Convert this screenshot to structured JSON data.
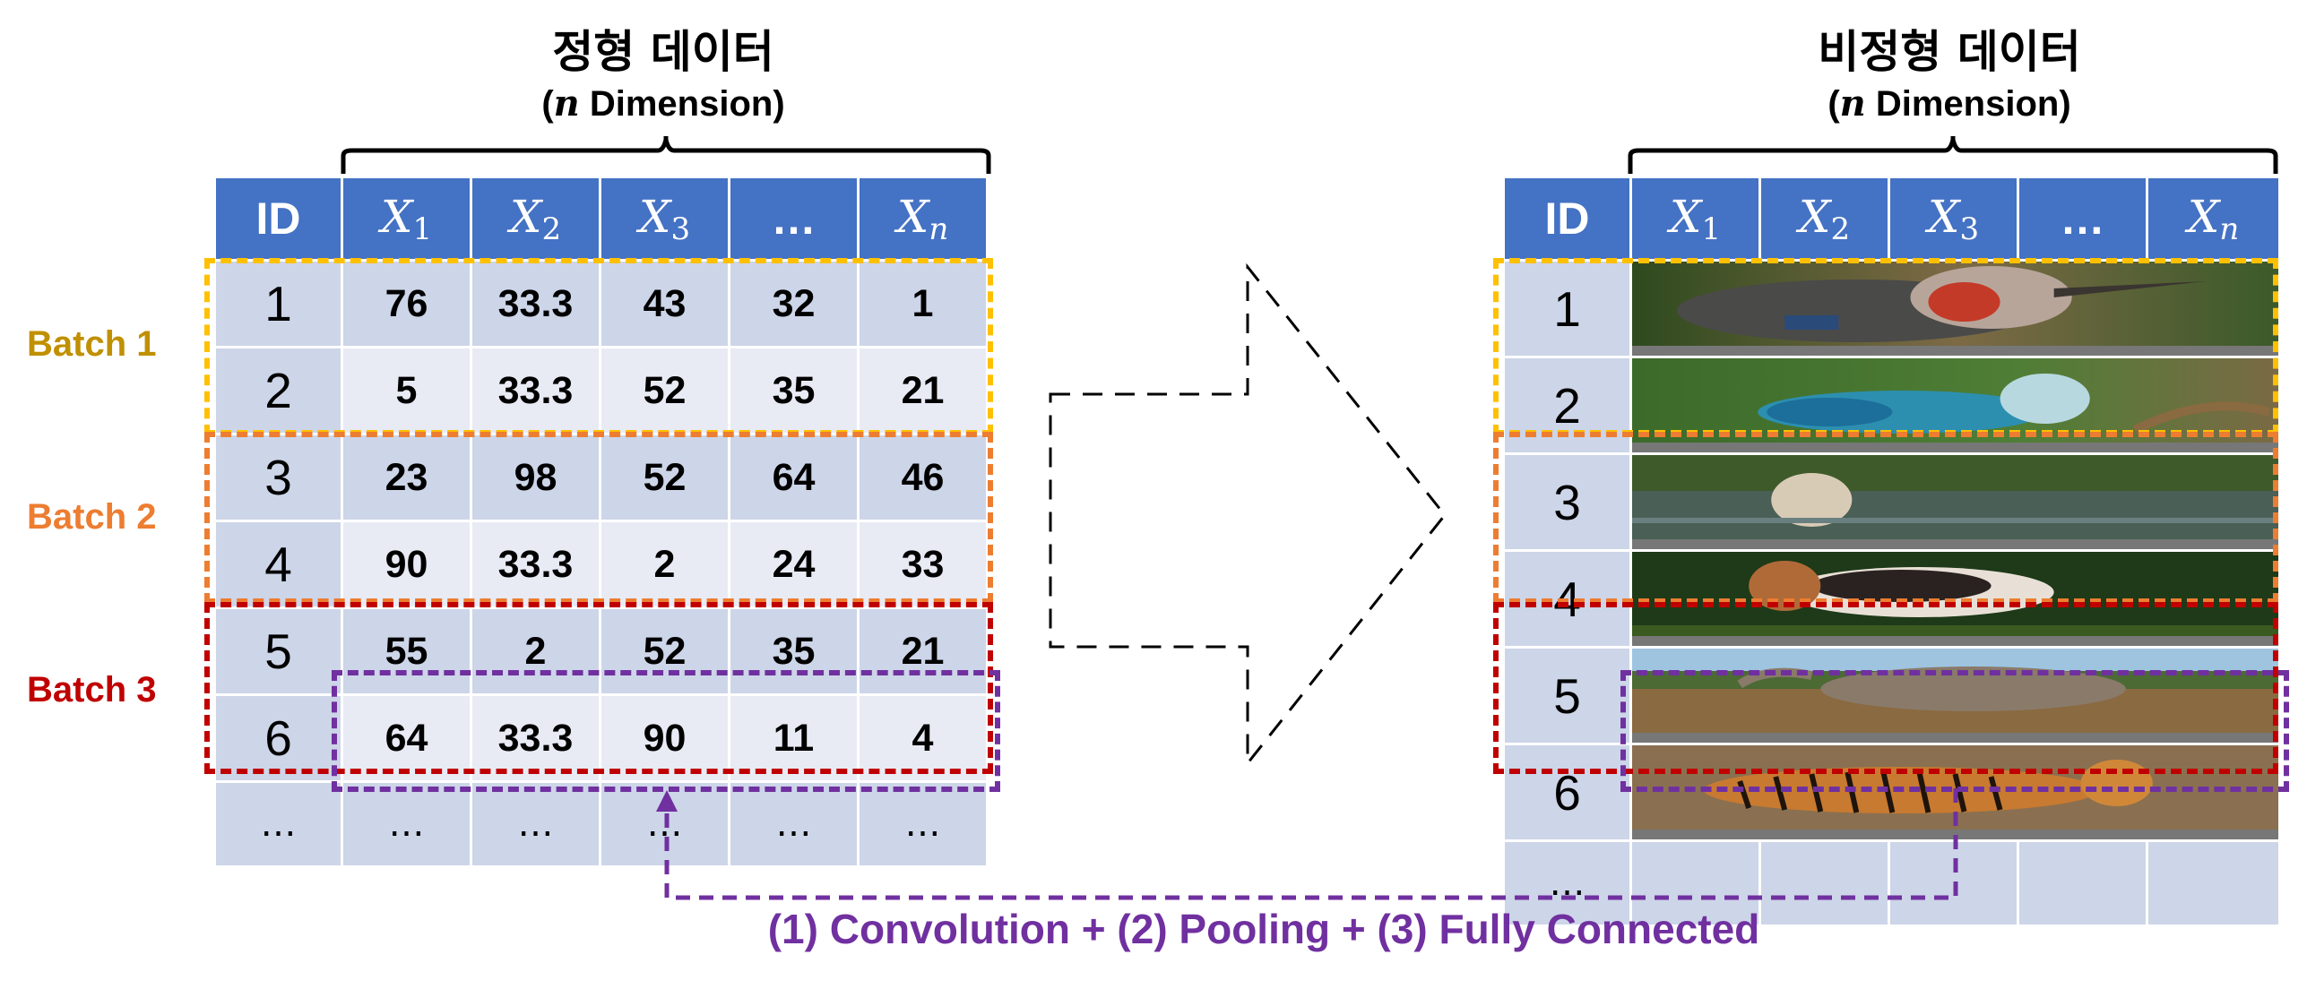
{
  "left": {
    "title": "정형 데이터",
    "subtitle_var": "n",
    "subtitle_rest": " Dimension)",
    "subtitle_open": "(",
    "header": {
      "id": "ID",
      "cols": [
        {
          "base": "X",
          "sub": "1"
        },
        {
          "base": "X",
          "sub": "2"
        },
        {
          "base": "X",
          "sub": "3"
        },
        {
          "base": "…",
          "sub": ""
        },
        {
          "base": "X",
          "sub": "n"
        }
      ]
    },
    "rows": [
      {
        "id": "1",
        "vals": [
          "76",
          "33.3",
          "43",
          "32",
          "1"
        ]
      },
      {
        "id": "2",
        "vals": [
          "5",
          "33.3",
          "52",
          "35",
          "21"
        ]
      },
      {
        "id": "3",
        "vals": [
          "23",
          "98",
          "52",
          "64",
          "46"
        ]
      },
      {
        "id": "4",
        "vals": [
          "90",
          "33.3",
          "2",
          "24",
          "33"
        ]
      },
      {
        "id": "5",
        "vals": [
          "55",
          "2",
          "52",
          "35",
          "21"
        ]
      },
      {
        "id": "6",
        "vals": [
          "64",
          "33.3",
          "90",
          "11",
          "4"
        ]
      }
    ],
    "ellipsis": [
      "…",
      "…",
      "…",
      "…",
      "…",
      "…"
    ]
  },
  "right": {
    "title": "비정형 데이터",
    "subtitle_var": "n",
    "subtitle_rest": " Dimension)",
    "subtitle_open": "(",
    "header": {
      "id": "ID",
      "cols": [
        {
          "base": "X",
          "sub": "1"
        },
        {
          "base": "X",
          "sub": "2"
        },
        {
          "base": "X",
          "sub": "3"
        },
        {
          "base": "…",
          "sub": ""
        },
        {
          "base": "X",
          "sub": "n"
        }
      ]
    },
    "rows": [
      {
        "id": "1",
        "image": "bird-photo"
      },
      {
        "id": "2",
        "image": "parakeet-photo"
      },
      {
        "id": "3",
        "image": "swimming-dog-photo"
      },
      {
        "id": "4",
        "image": "beagle-photo"
      },
      {
        "id": "5",
        "image": "elephant-photo"
      },
      {
        "id": "6",
        "image": "tiger-photo"
      }
    ],
    "ellipsis": "…"
  },
  "batches": [
    {
      "label": "Batch 1",
      "color": "#ffc000"
    },
    {
      "label": "Batch 2",
      "color": "#ed7d31"
    },
    {
      "label": "Batch 3",
      "color": "#c00000"
    }
  ],
  "caption": "(1) Convolution + (2) Pooling + (3) Fully Connected",
  "colors": {
    "header": "#4472c4",
    "filter": "#7030a0",
    "batch1_text": "#c09000",
    "batch2_text": "#ed7d31",
    "batch3_text": "#c00000"
  }
}
